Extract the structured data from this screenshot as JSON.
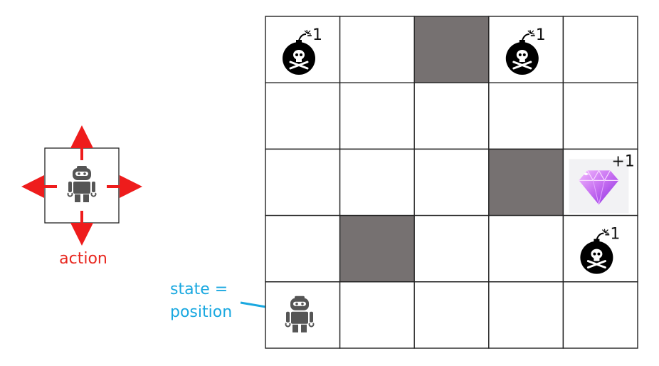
{
  "action_panel": {
    "label": "action",
    "label_color": "#e8261e",
    "arrow_color": "#ee1c1c",
    "icon": "robot-icon"
  },
  "state_label": {
    "lines": [
      "state =",
      "position"
    ],
    "color": "#1aa8e0"
  },
  "grid": {
    "rows": 5,
    "cols": 5,
    "wall_color": "#767171",
    "line_color": "#222222",
    "walls": [
      [
        0,
        2
      ],
      [
        2,
        3
      ],
      [
        3,
        1
      ]
    ],
    "bombs": [
      {
        "row": 0,
        "col": 0,
        "reward": "-1",
        "icon": "bomb-skull-icon"
      },
      {
        "row": 0,
        "col": 3,
        "reward": "-1",
        "icon": "bomb-skull-icon"
      },
      {
        "row": 3,
        "col": 4,
        "reward": "-1",
        "icon": "bomb-skull-icon"
      }
    ],
    "goal": {
      "row": 2,
      "col": 4,
      "reward": "+1",
      "icon": "diamond-icon"
    },
    "agent": {
      "row": 4,
      "col": 0,
      "icon": "robot-icon"
    }
  }
}
